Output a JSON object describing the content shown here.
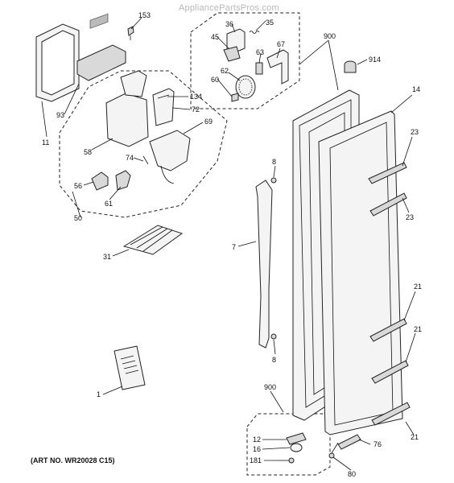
{
  "watermark": "AppliancePartsPros.com",
  "art_number": "(ART NO. WR20028 C15)",
  "callouts": {
    "c153": "153",
    "c35": "35",
    "c36": "36",
    "c45": "45",
    "c67": "67",
    "c63": "63",
    "c62": "62",
    "c60": "60",
    "c900a": "900",
    "c914": "914",
    "c11": "11",
    "c93": "93",
    "c134": "134",
    "c72": "72",
    "c69": "69",
    "c58": "58",
    "c74": "74",
    "c14": "14",
    "c23a": "23",
    "c23b": "23",
    "c8a": "8",
    "c56": "56",
    "c61": "61",
    "c50": "50",
    "c7": "7",
    "c31": "31",
    "c21a": "21",
    "c21b": "21",
    "c21c": "21",
    "c8b": "8",
    "c1": "1",
    "c900b": "900",
    "c12": "12",
    "c16": "16",
    "c181": "181",
    "c76": "76",
    "c80": "80"
  }
}
